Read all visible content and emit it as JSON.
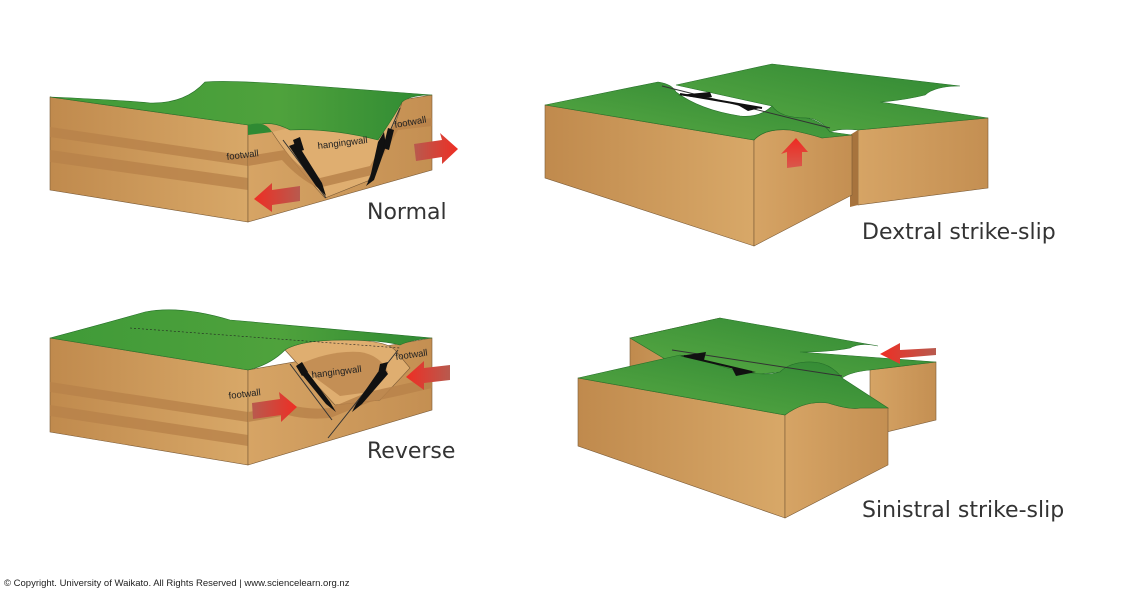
{
  "panels": {
    "normal": {
      "caption": "Normal",
      "labels": {
        "footwall_left": "footwall",
        "hangingwall": "hangingwall",
        "footwall_right": "footwall"
      }
    },
    "dextral": {
      "caption": "Dextral strike-slip"
    },
    "reverse": {
      "caption": "Reverse",
      "labels": {
        "footwall_left": "footwall",
        "hangingwall": "hangingwall",
        "footwall_right": "footwall"
      }
    },
    "sinistral": {
      "caption": "Sinistral strike-slip"
    }
  },
  "footer": {
    "copyright": "© Copyright. University of Waikato. All Rights Reserved | www.sciencelearn.org.nz"
  },
  "colors": {
    "grass_light": "#5fae46",
    "grass_dark": "#2f8a33",
    "earth": "#d4a060",
    "earth_dark": "#b8824a",
    "stripe": "#b07a44",
    "arrow_red": "#e03a2f"
  }
}
